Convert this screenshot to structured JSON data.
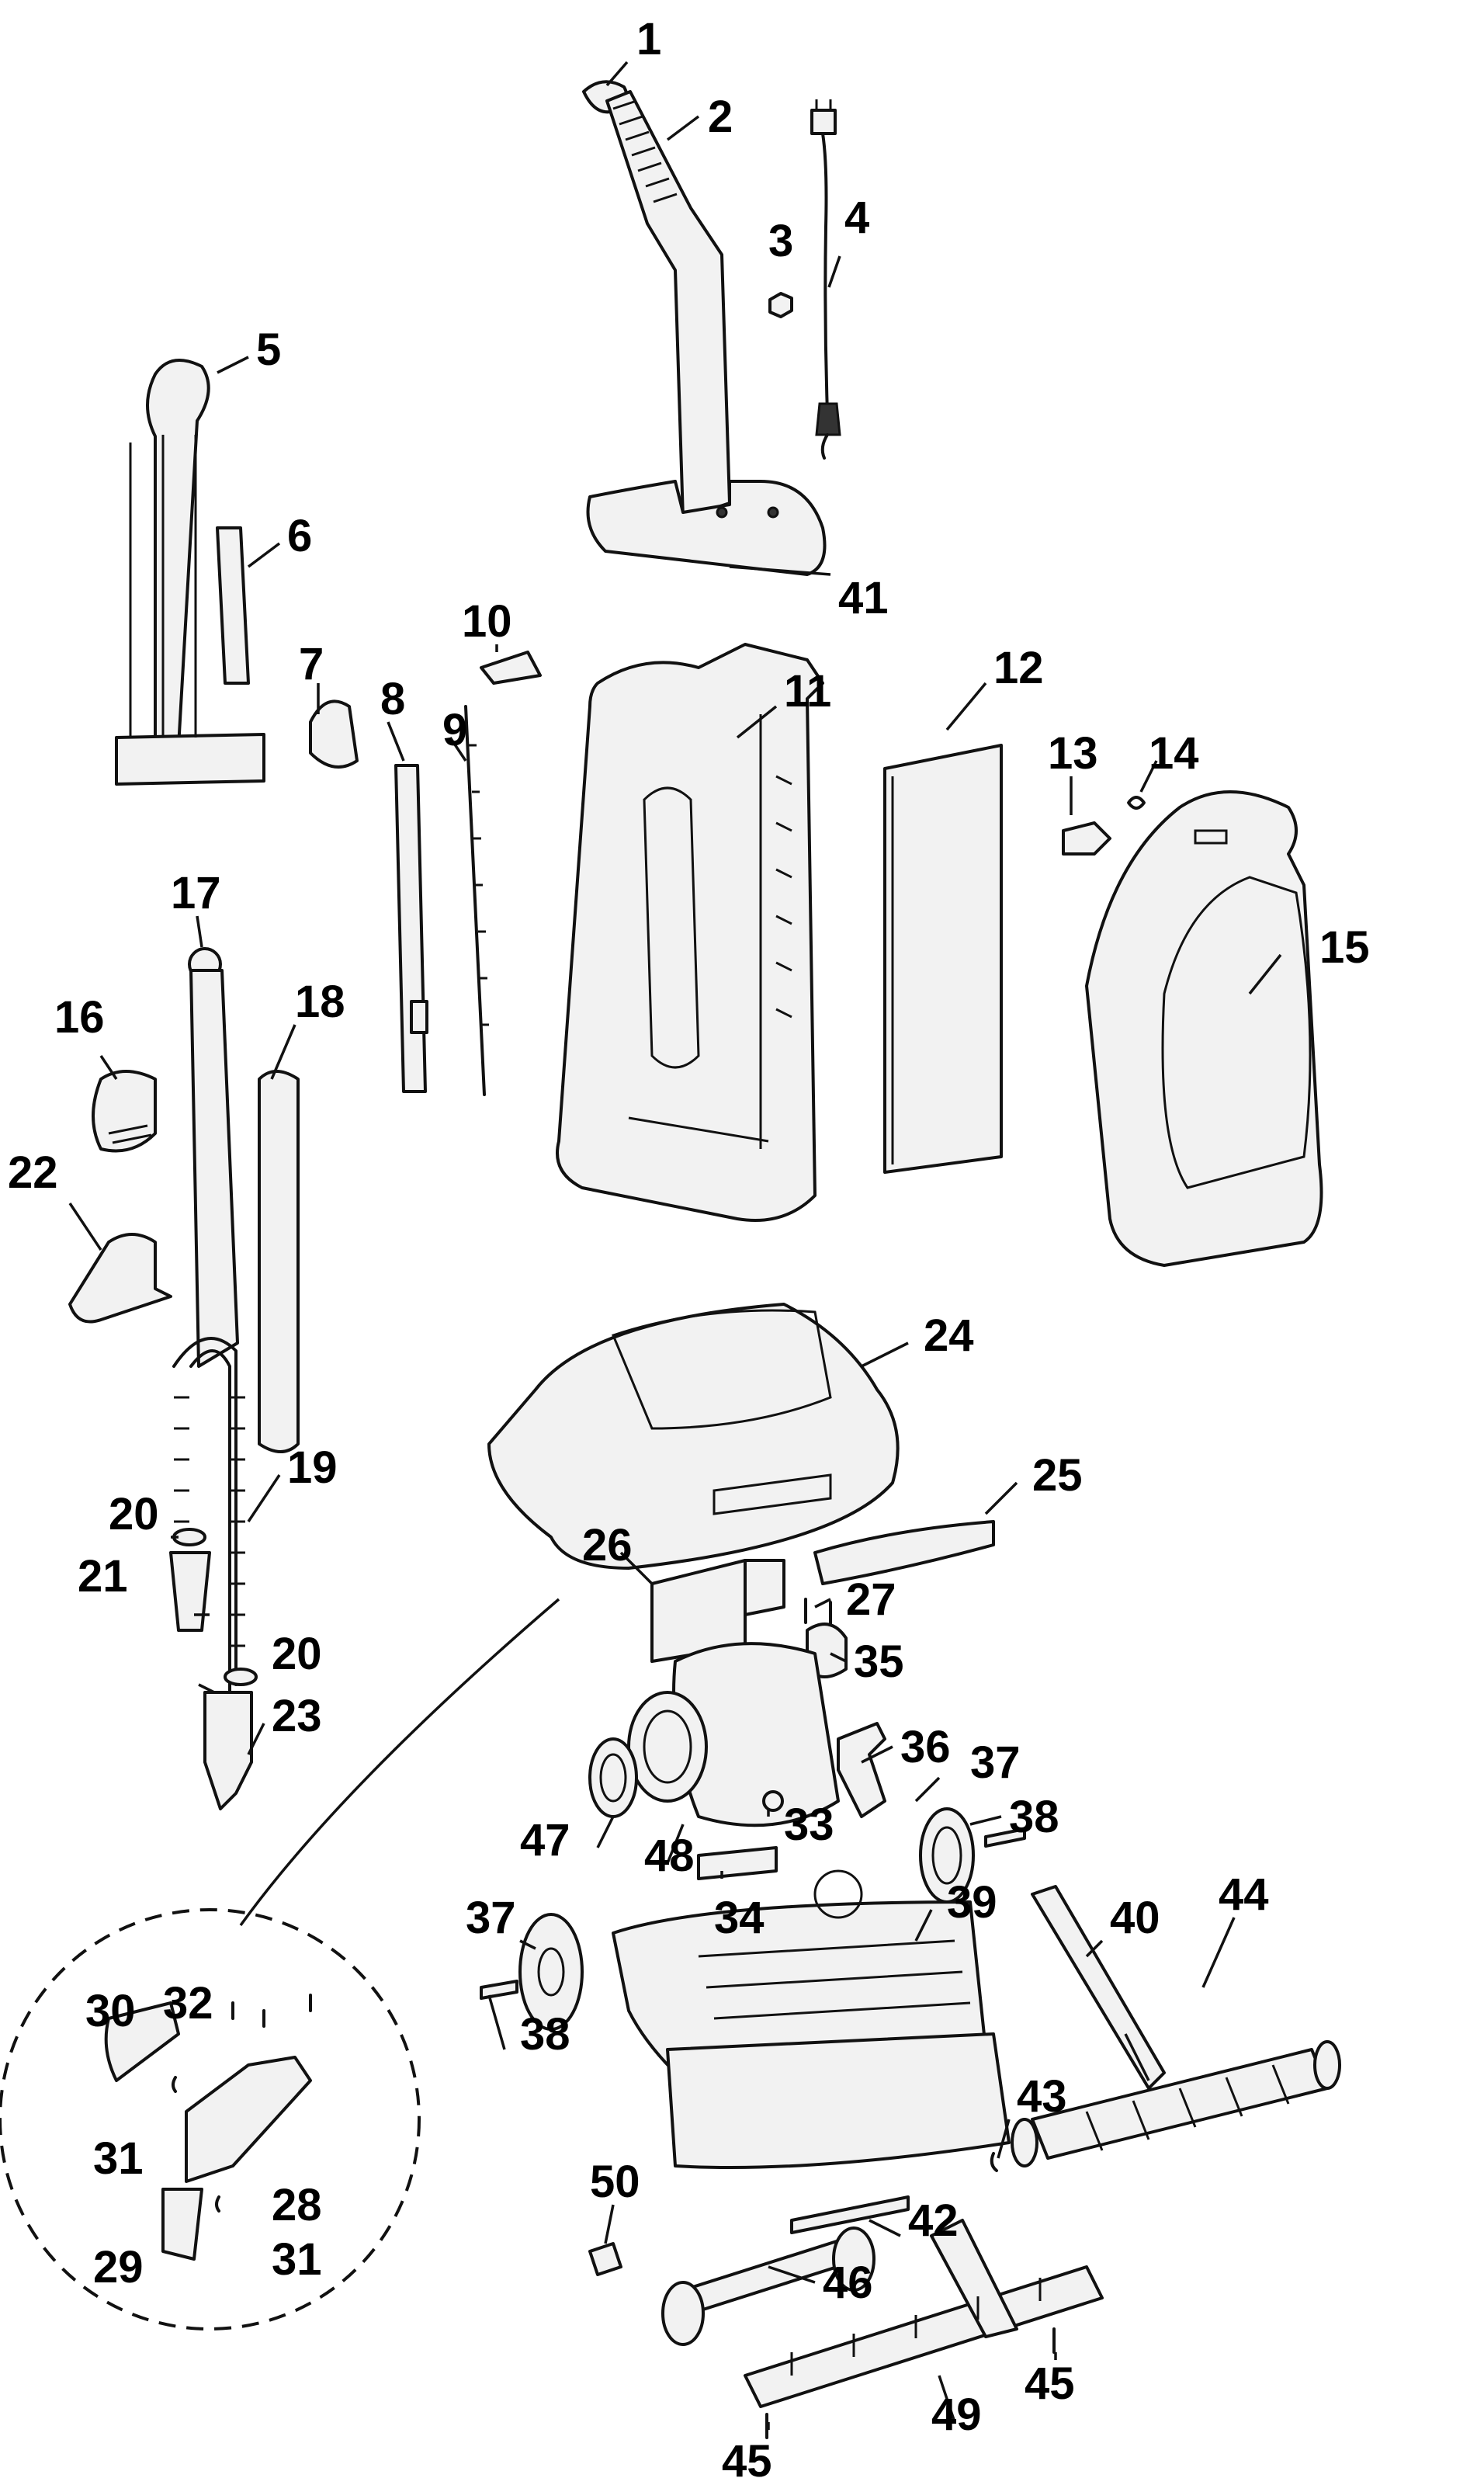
{
  "diagram": {
    "callouts": [
      "1",
      "2",
      "3",
      "4",
      "5",
      "6",
      "7",
      "8",
      "9",
      "10",
      "11",
      "12",
      "13",
      "14",
      "15",
      "16",
      "17",
      "18",
      "19",
      "20",
      "20",
      "21",
      "22",
      "23",
      "24",
      "25",
      "26",
      "27",
      "28",
      "29",
      "30",
      "31",
      "31",
      "32",
      "33",
      "34",
      "35",
      "36",
      "37",
      "37",
      "38",
      "38",
      "39",
      "40",
      "41",
      "42",
      "43",
      "44",
      "45",
      "45",
      "46",
      "47",
      "48",
      "49",
      "50"
    ]
  }
}
